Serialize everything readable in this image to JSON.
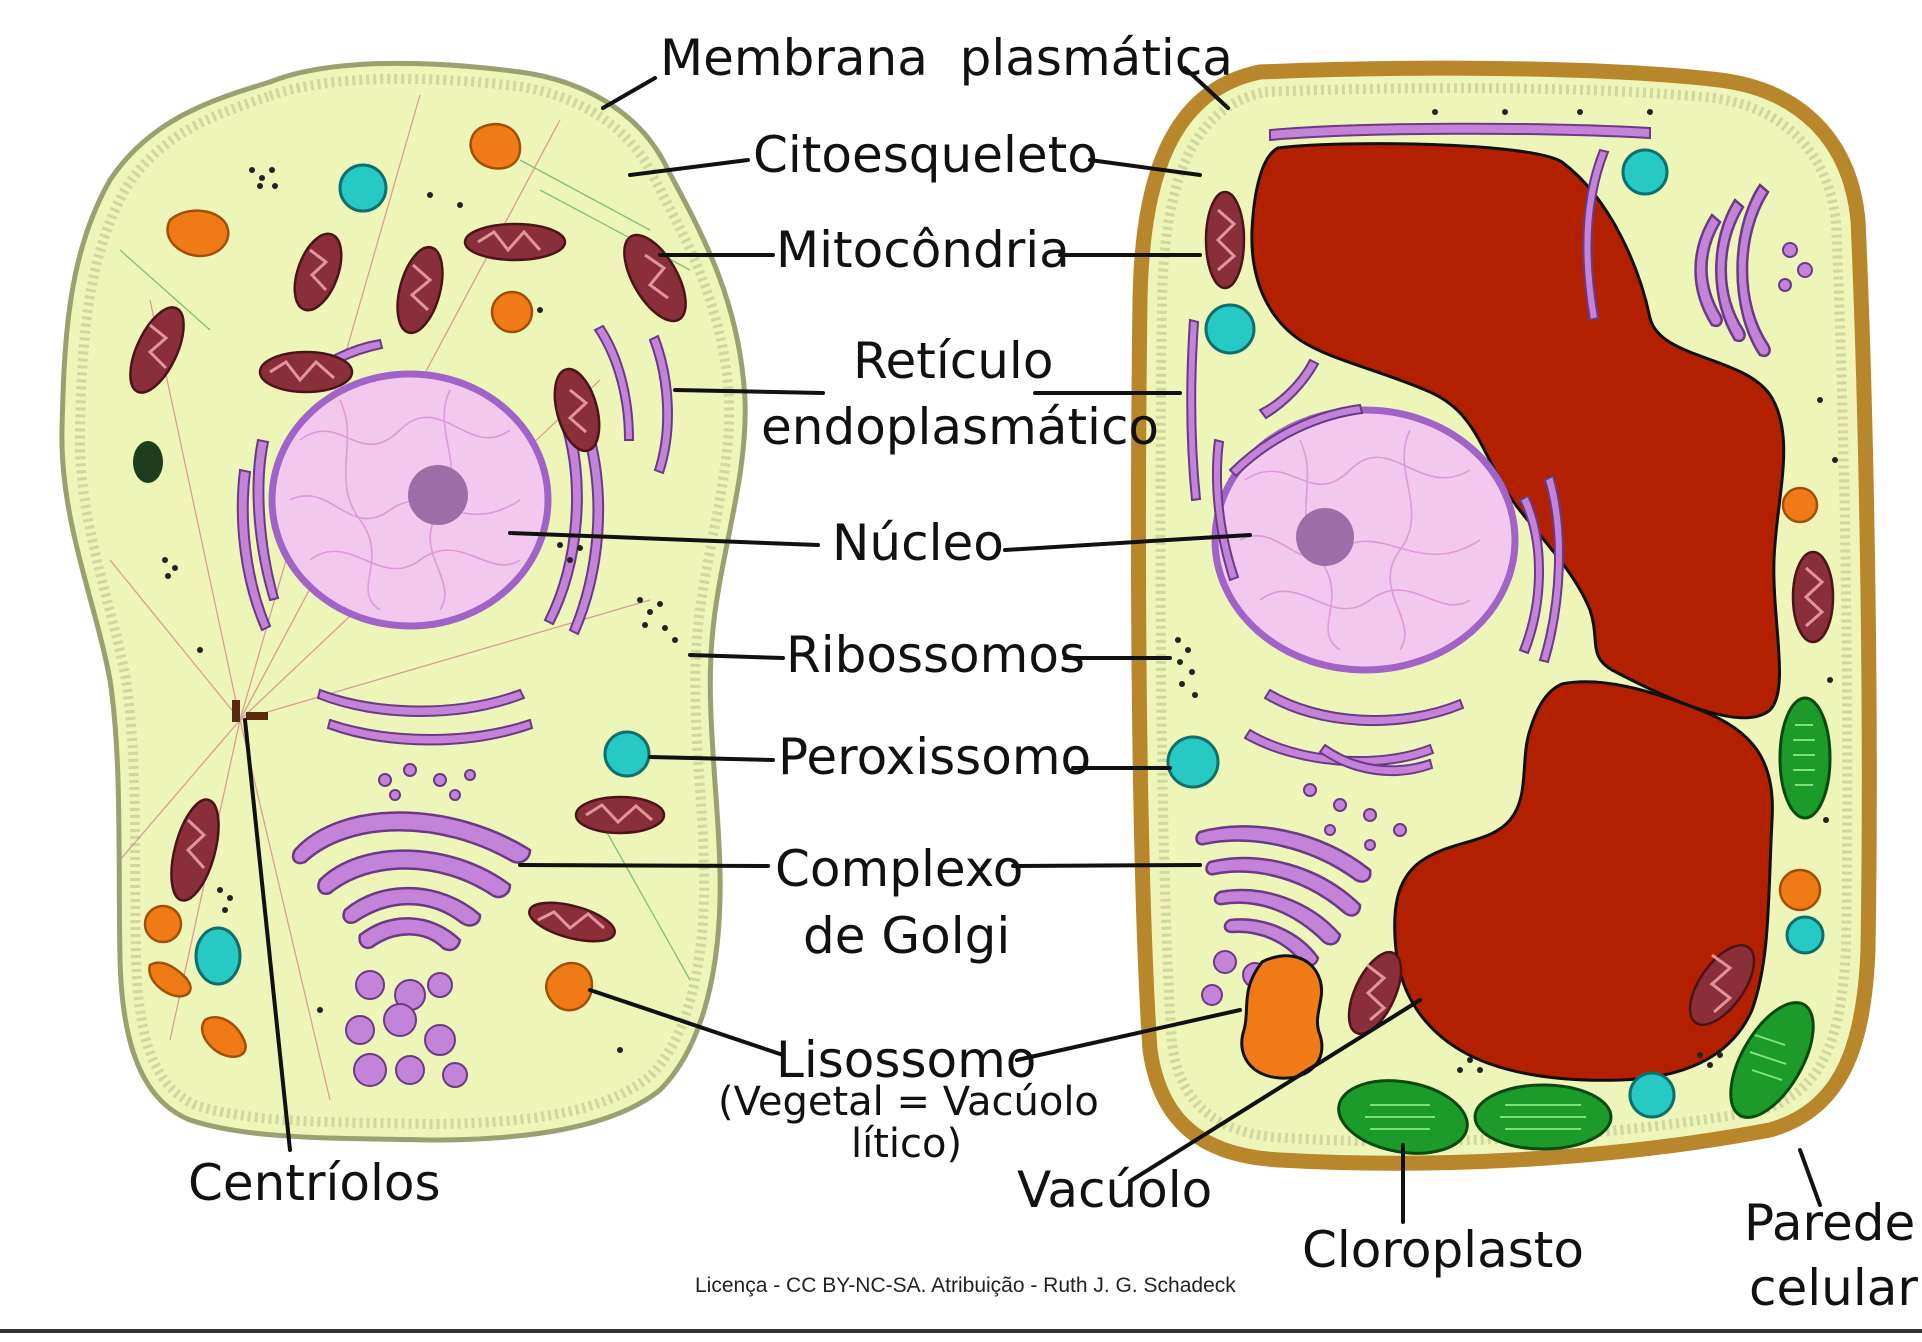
{
  "labels": {
    "membrana": "Membrana  plasmática",
    "citoesqueleto": "Citoesqueleto",
    "mitocondria": "Mitocôndria",
    "reticulo_1": "Retículo",
    "reticulo_2": "endoplasmático",
    "nucleo": "Núcleo",
    "ribossomos": "Ribossomos",
    "peroxissomo": "Peroxissomo",
    "complexo_1": "Complexo",
    "complexo_2": "de Golgi",
    "lisossomo": "Lisossomo",
    "lisossomo_note_1": "(Vegetal = Vacúolo",
    "lisossomo_note_2": "lítico)",
    "centriolos": "Centríolos",
    "vacuolo": "Vacúolo",
    "cloroplasto": "Cloroplasto",
    "parede_1": "Parede",
    "parede_2": "celular"
  },
  "license": "Licença - CC BY-NC-SA. Atribuição - Ruth J. G. Schadeck",
  "colors": {
    "cytoplasm": "#eef5b8",
    "membrane_edge": "#9aa070",
    "cell_wall": "#b8862b",
    "nucleus": "#f3c8ee",
    "nucleus_envelope": "#a064c8",
    "nucleolus": "#9a6fa8",
    "er_golgi": "#c383d8",
    "mitochondria": "#8a2f3a",
    "mitochondria_inner": "#e0959a",
    "peroxisome": "#27c9c4",
    "lysosome": "#f07b16",
    "vacuole": "#b22000",
    "chloroplast": "#1c9a2a",
    "centriole": "#5a2a10",
    "vesicle_dark": "#1e3d1a"
  }
}
